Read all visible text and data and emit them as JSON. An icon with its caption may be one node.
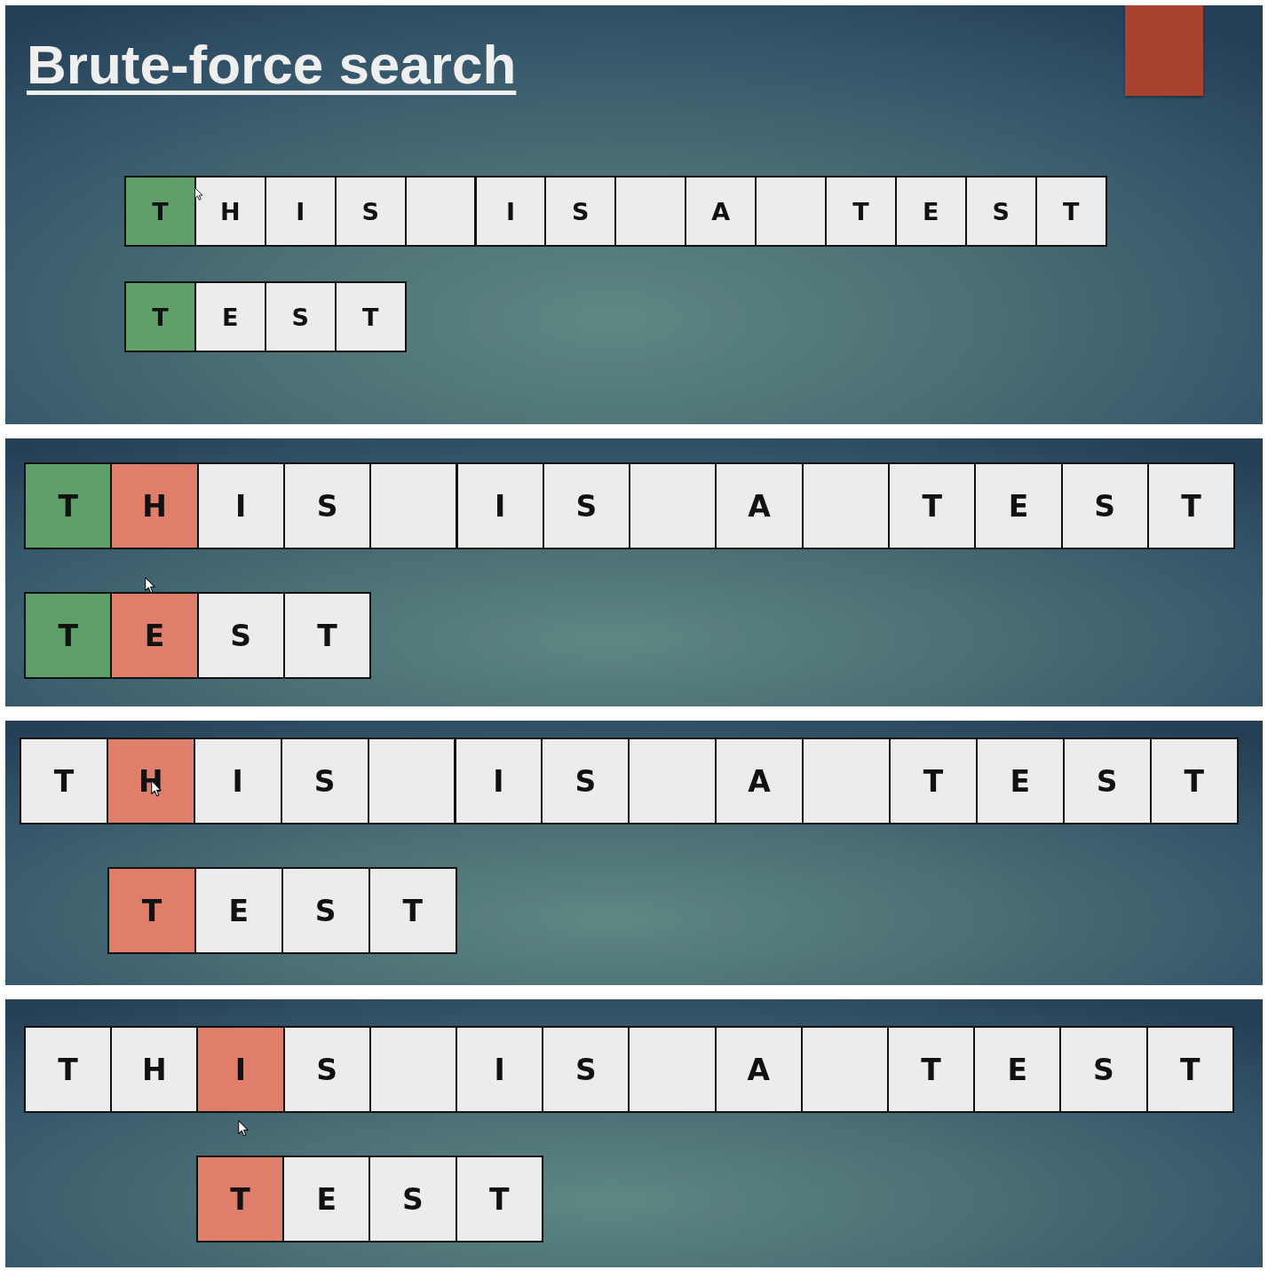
{
  "diagram": {
    "title": "Brute-force search",
    "nodes": [
      {
        "text": [
          "T"
        ]
      },
      {
        "text": [
          "H"
        ]
      },
      {
        "text": [
          "I"
        ]
      },
      {
        "text": [
          "S"
        ]
      },
      {
        "text": [],
        "shape": "box"
      },
      {
        "text": [
          "I"
        ]
      },
      {
        "text": [
          "S"
        ]
      },
      {
        "text": [],
        "shape": "box"
      },
      {
        "text": [
          "A"
        ]
      },
      {
        "text": [],
        "shape": "box"
      },
      {
        "text": [
          "T"
        ]
      },
      {
        "text": [
          "E"
        ]
      },
      {
        "text": [
          "S"
        ]
      },
      {
        "text": [
          "T"
        ]
      },
      {
        "text": [
          "T"
        ]
      },
      {
        "text": [
          "E"
        ]
      },
      {
        "text": [
          "S"
        ]
      },
      {
        "text": [
          "T"
        ]
      },
      {
        "text": [
          "T"
        ]
      },
      {
        "text": [
          "H"
        ]
      },
      {
        "text": [
          "I"
        ]
      },
      {
        "text": [
          "S"
        ]
      },
      {
        "text": [],
        "shape": "box"
      },
      {
        "text": [
          "I"
        ]
      },
      {
        "text": [
          "S"
        ]
      },
      {
        "text": [],
        "shape": "box"
      },
      {
        "text": [
          "A"
        ]
      },
      {
        "text": [],
        "shape": "box"
      },
      {
        "text": [
          "T"
        ]
      },
      {
        "text": [
          "E"
        ]
      },
      {
        "text": [
          "S"
        ]
      },
      {
        "text": [
          "T"
        ]
      },
      {
        "text": [
          "T"
        ]
      },
      {
        "text": [
          "E"
        ]
      },
      {
        "text": [
          "S"
        ]
      },
      {
        "text": [
          "T"
        ]
      },
      {
        "text": [
          "T"
        ]
      },
      {
        "text": [
          "H"
        ]
      },
      {
        "text": [
          "I"
        ]
      },
      {
        "text": [
          "S"
        ]
      },
      {
        "text": [],
        "shape": "box"
      },
      {
        "text": [
          "I"
        ]
      },
      {
        "text": [
          "S"
        ]
      },
      {
        "text": [],
        "shape": "box"
      },
      {
        "text": [
          "A"
        ]
      },
      {
        "text": [],
        "shape": "box"
      },
      {
        "text": [
          "T"
        ]
      },
      {
        "text": [
          "E"
        ]
      },
      {
        "text": [
          "S"
        ]
      },
      {
        "text": [
          "T"
        ]
      },
      {
        "text": [
          "T"
        ]
      },
      {
        "text": [
          "E"
        ]
      },
      {
        "text": [
          "S"
        ]
      },
      {
        "text": [
          "T"
        ]
      },
      {
        "text": [
          "T"
        ]
      },
      {
        "text": [
          "H"
        ]
      },
      {
        "text": [
          "I"
        ]
      },
      {
        "text": [
          "S"
        ]
      },
      {
        "text": [],
        "shape": "box"
      },
      {
        "text": [
          "I"
        ]
      },
      {
        "text": [
          "S"
        ]
      },
      {
        "text": [],
        "shape": "box"
      },
      {
        "text": [
          "A"
        ]
      },
      {
        "text": [],
        "shape": "box"
      },
      {
        "text": [
          "T"
        ]
      },
      {
        "text": [
          "E"
        ]
      },
      {
        "text": [
          "S"
        ]
      },
      {
        "text": [
          "T"
        ]
      },
      {
        "text": [
          "T"
        ]
      },
      {
        "text": [
          "E"
        ]
      },
      {
        "text": [
          "S"
        ]
      },
      {
        "text": [
          "T"
        ]
      }
    ],
    "edges": []
  }
}
